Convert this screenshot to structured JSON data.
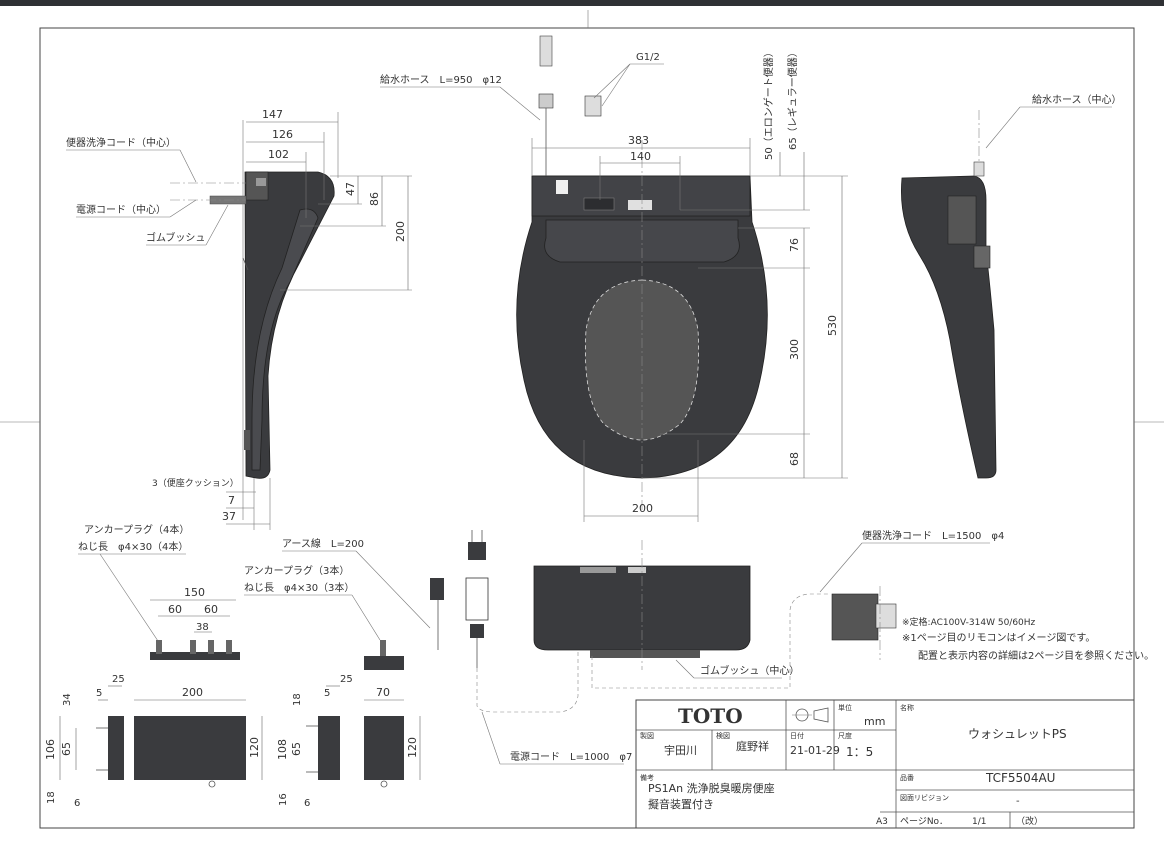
{
  "dimensions": {
    "side_147": "147",
    "side_126": "126",
    "side_102": "102",
    "side_47": "47",
    "side_86": "86",
    "side_200": "200",
    "side_7": "7",
    "side_37": "37",
    "top_383": "383",
    "top_140": "140",
    "top_50": "50",
    "top_65": "65",
    "top_76": "76",
    "top_300": "300",
    "top_530": "530",
    "top_68": "68",
    "top_200w": "200",
    "plug_150": "150",
    "plug_60a": "60",
    "plug_60b": "60",
    "plug_38": "38",
    "box_25a": "25",
    "box_5a": "5",
    "box_200": "200",
    "box_34": "34",
    "box_106": "106",
    "box_65a": "65",
    "box_18a": "18",
    "box_6a": "6",
    "box_120a": "120",
    "box_25b": "25",
    "box_5b": "5",
    "box_70": "70",
    "box_18b": "18",
    "box_108": "108",
    "box_65b": "65",
    "box_16": "16",
    "box_6b": "6",
    "box_120b": "120"
  },
  "labels": {
    "water_hose": "給水ホース　L=950　φ12",
    "g12": "G1/2",
    "elongate": "50（エロンゲート便器）",
    "regular": "65（レギュラー便器）",
    "water_hose_center": "給水ホース（中心）",
    "cleaning_cord_center": "便器洗浄コード（中心）",
    "power_cord_center": "電源コード（中心）",
    "rubber_bush": "ゴムブッシュ",
    "seat_cushion": "3（便座クッション）",
    "anchor4": "アンカープラグ（4本）",
    "screw4": "ねじ長　φ4×30（4本）",
    "earth": "アース線　L=200",
    "anchor3": "アンカープラグ（3本）",
    "screw3": "ねじ長　φ4×30（3本）",
    "cleaning_cord": "便器洗浄コード　L=1500　φ4",
    "rubber_bush_center": "ゴムブッシュ（中心）",
    "power_cord": "電源コード　L=1000　φ7",
    "note1": "※定格:AC100V-314W 50/60Hz",
    "note2": "※1ページ目のリモコンはイメージ図です。",
    "note3": "配置と表示内容の詳細は2ページ目を参照ください。"
  },
  "titleblock": {
    "brand": "TOTO",
    "scale_unit_label": "単位",
    "unit": "mm",
    "name_label": "名称",
    "product_name": "ウォシュレットPS",
    "drafter_label": "製図",
    "drafter": "宇田川",
    "checker_label": "検図",
    "checker": "庭野祥",
    "date_label": "日付",
    "date": "21-01-29",
    "scale_label": "尺度",
    "scale": "1：5",
    "model_label": "品番",
    "model": "TCF5504AU",
    "remarks_label": "備考",
    "remark1": "PS1An 洗浄脱臭暖房便座",
    "remark2": "擬音装置付き",
    "revision_label": "図面リビジョン",
    "revision": "-",
    "size": "A3",
    "page_label": "ページNo．",
    "page": "1/1",
    "page_note": "（改）"
  },
  "colors": {
    "body": "#3a3b3e",
    "line": "#555555",
    "background": "#ffffff"
  }
}
